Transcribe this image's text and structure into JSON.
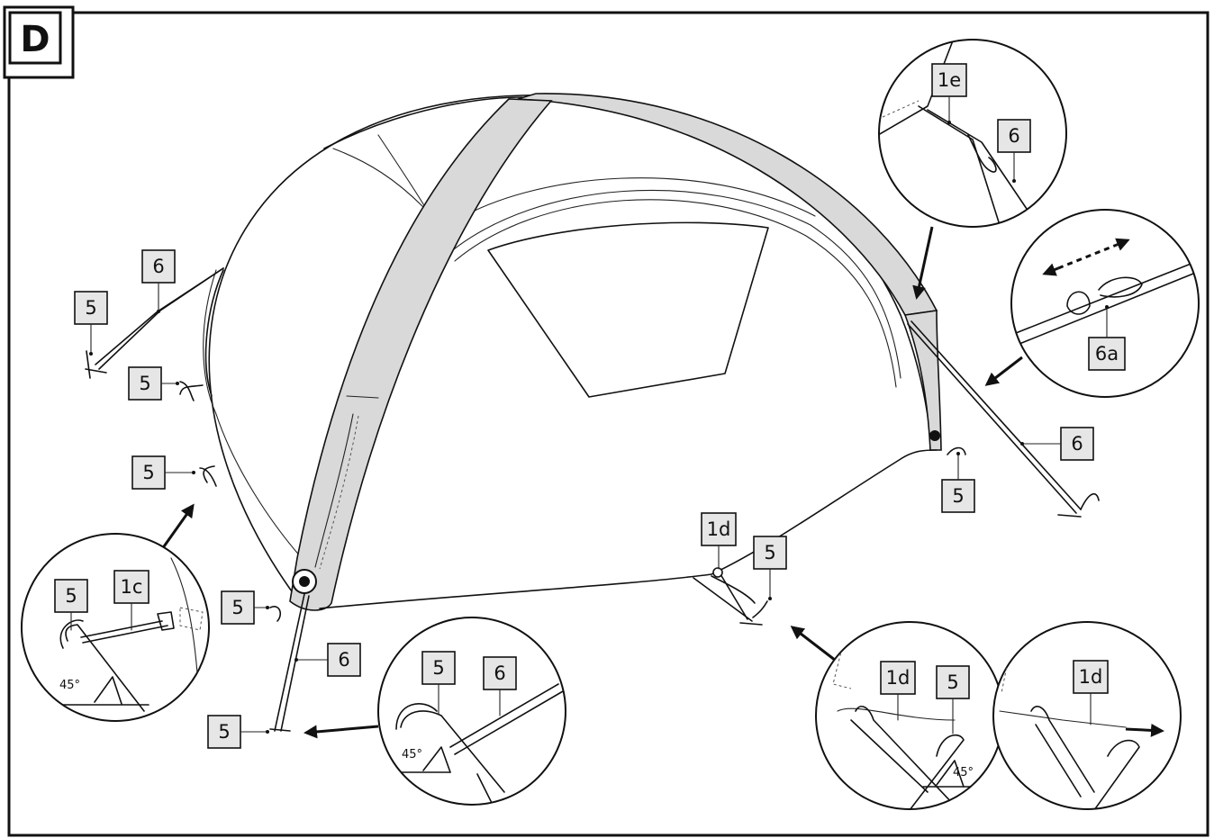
{
  "panel": {
    "letter": "D"
  },
  "labels": {
    "l6_topleft": "6",
    "l5_topleft": "5",
    "l5_left1": "5",
    "l5_left2": "5",
    "l5_front": "5",
    "l6_front": "6",
    "l5_bottom": "5",
    "l1d_mid": "1d",
    "l5_mid": "5",
    "l5_right": "5",
    "l6_right": "6"
  },
  "insets": {
    "left": {
      "l5": "5",
      "l1c": "1c",
      "angle": "45°"
    },
    "bottom": {
      "l5": "5",
      "l6": "6",
      "angle": "45°"
    },
    "topright": {
      "l1e": "1e",
      "l6": "6"
    },
    "midright": {
      "l6a": "6a"
    },
    "br1": {
      "l1d": "1d",
      "l5": "5",
      "angle": "45°"
    },
    "br2": {
      "l1d": "1d"
    }
  },
  "colors": {
    "border": "#111111",
    "label_fill": "#e6e6e6",
    "pole_fill": "#d9d9d9"
  }
}
